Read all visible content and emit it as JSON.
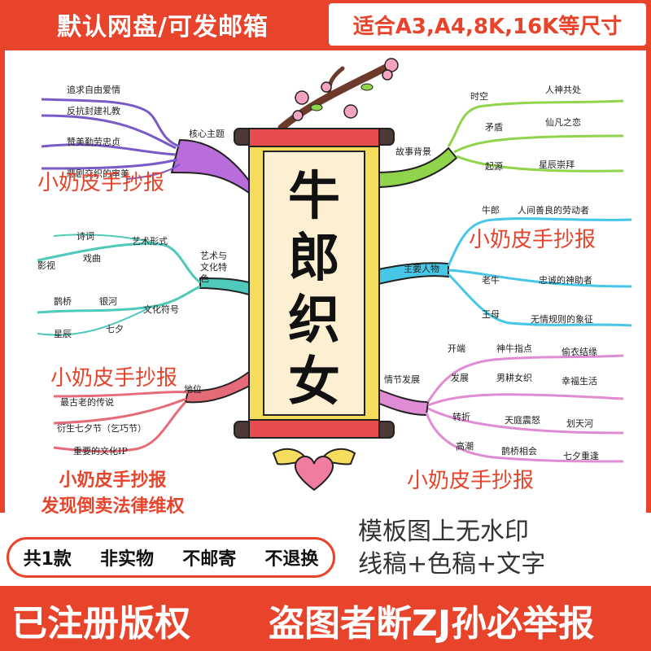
{
  "header": {
    "left_text": "默认网盘/可发邮箱",
    "right_text": "适合A3,A4,8K,16K等尺寸"
  },
  "poster": {
    "title_chars": [
      "牛",
      "郎",
      "织",
      "女"
    ],
    "watermark": "小奶皮手抄报",
    "left_top": {
      "hub": "核心主题",
      "items": [
        "追求自由爱情",
        "反抗封建礼教",
        "赞美勤劳忠贞",
        "悲剧交织的审美"
      ]
    },
    "left_mid": {
      "hub": "艺术与文化特色",
      "sub1": "艺术形式",
      "sub2": "文化符号",
      "items": [
        "诗词",
        "戏曲",
        "影视",
        "鹊桥",
        "银河",
        "星辰",
        "七夕"
      ]
    },
    "left_bottom": {
      "hub": "地位",
      "items": [
        "最古老的传说",
        "衍生七夕节（乞巧节）",
        "重要的文化IP"
      ]
    },
    "right_top": {
      "hub": "故事背景",
      "items": [
        "时空",
        "人神共处",
        "矛盾",
        "仙凡之恋",
        "起源",
        "星辰崇拜"
      ]
    },
    "right_mid": {
      "hub": "主要人物",
      "items": [
        "牛郎",
        "人间善良的劳动者",
        "老牛",
        "忠诚的神助者",
        "王母",
        "无情规则的象征"
      ]
    },
    "right_bottom": {
      "hub": "情节发展",
      "items": [
        "开端",
        "神牛指点",
        "偷衣结缘",
        "发展",
        "男耕女织",
        "幸福生活",
        "转折",
        "天庭震怒",
        "划天河",
        "高潮",
        "鹊桥相会",
        "七夕重逢"
      ]
    }
  },
  "notice": {
    "line1": "小奶皮手抄报",
    "line2": "发现倒卖法律维权",
    "gray1": "模板图上无水印",
    "gray2": "线稿+色稿+文字"
  },
  "tags": [
    "共1款",
    "非实物",
    "不邮寄",
    "不退换"
  ],
  "footer": {
    "left": "已注册版权",
    "right": "盗图者断ZJ孙必举报"
  },
  "colors": {
    "brand_red": "#e8442c",
    "branch_purple": "#b96ddb",
    "branch_green": "#8fd44a",
    "branch_teal": "#4fc9b9",
    "branch_blue": "#47c6e8",
    "branch_red": "#e56b79",
    "branch_pink": "#e08cd4",
    "scroll_yellow": "#f6dd5e",
    "scroll_red": "#e84d4d"
  }
}
